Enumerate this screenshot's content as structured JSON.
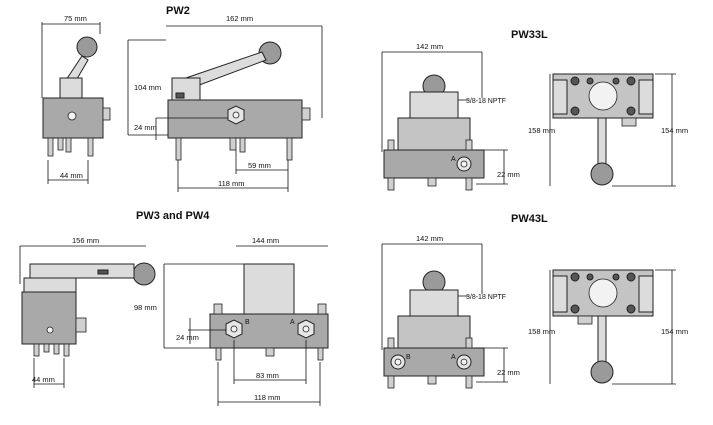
{
  "titles": {
    "pw2": "PW2",
    "pw33l": "PW33L",
    "pw3_pw4": "PW3 and PW4",
    "pw43l": "PW43L"
  },
  "dimensions": {
    "pw2_side_width": "75 mm",
    "pw2_front_width": "162 mm",
    "pw2_height": "104 mm",
    "pw2_port_height": "24 mm",
    "pw2_port_offset": "59 mm",
    "pw2_base_width": "118 mm",
    "pw2_side_base": "44 mm",
    "pw33l_width": "142 mm",
    "pw33l_thread": "3/8-18 NPTF",
    "pw33l_height": "158 mm",
    "pw33l_base_height": "22 mm",
    "pw33l_top_height": "154 mm",
    "pw34_side_width": "156 mm",
    "pw34_front_width": "144 mm",
    "pw34_height": "98 mm",
    "pw34_port_height": "24 mm",
    "pw34_port_spacing": "83 mm",
    "pw34_base_width": "118 mm",
    "pw34_side_base": "44 mm",
    "pw43l_width": "142 mm",
    "pw43l_thread": "3/8-18 NPTF",
    "pw43l_height": "158 mm",
    "pw43l_base_height": "22 mm",
    "pw43l_top_height": "154 mm"
  },
  "port_labels": {
    "a": "A",
    "b": "B"
  }
}
